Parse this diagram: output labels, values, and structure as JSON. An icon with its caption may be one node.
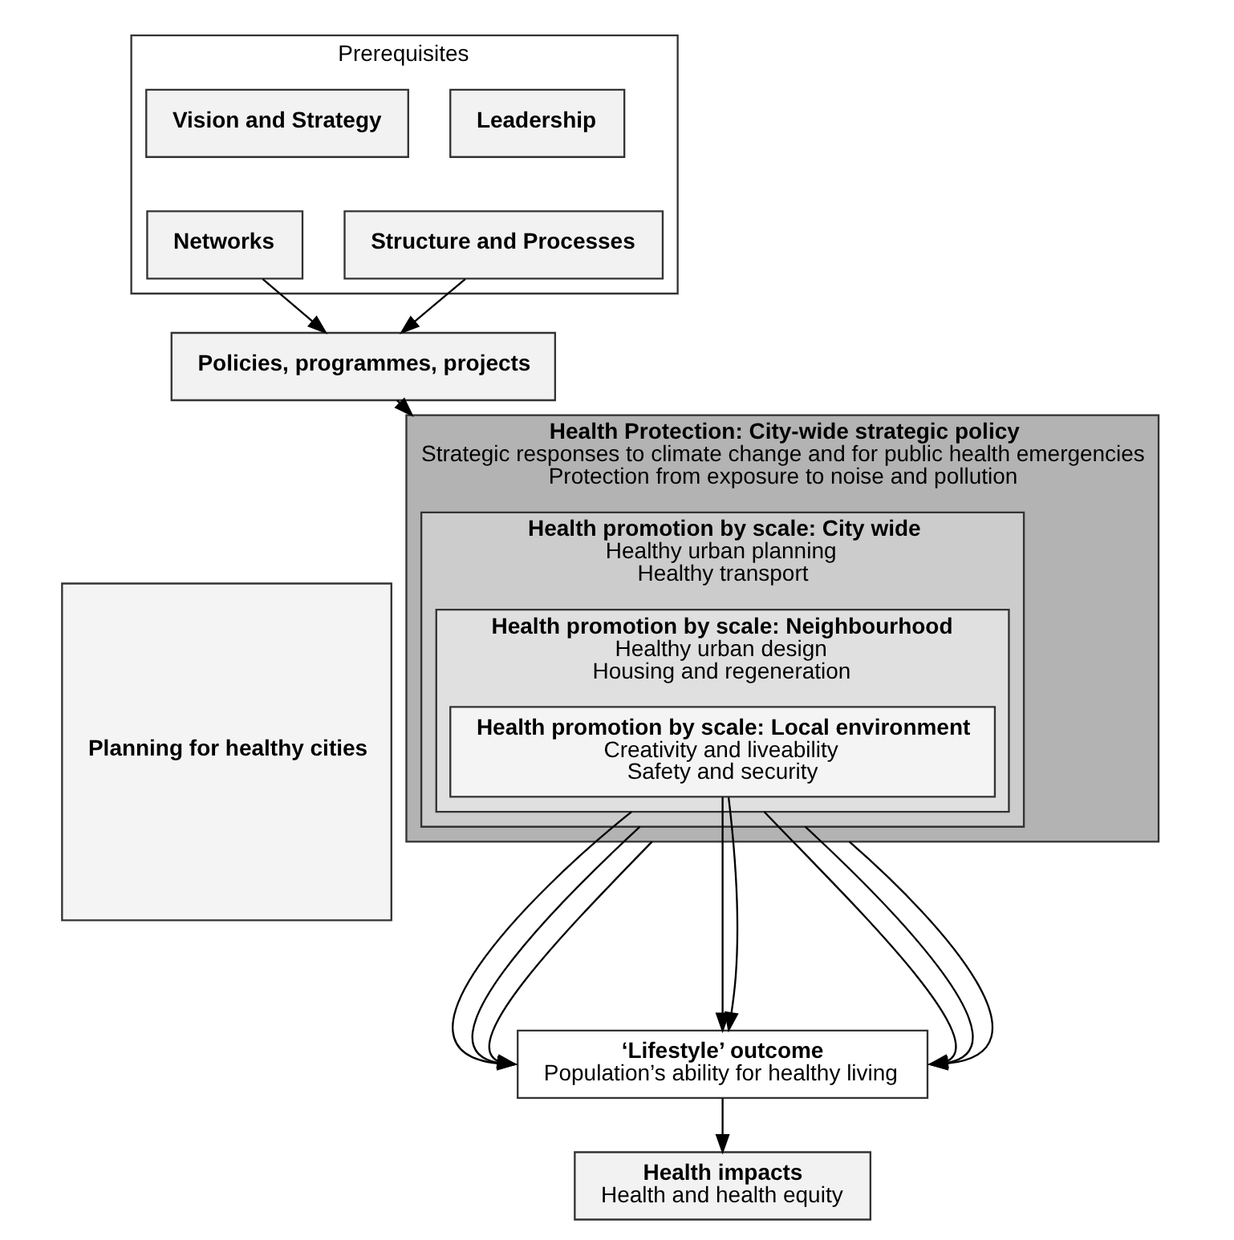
{
  "diagram": {
    "nodes": [
      {
        "text": [
          "Prerequisites"
        ]
      },
      {
        "text": [
          "Leadership"
        ],
        "in": 0
      },
      {
        "text": [
          "Vision and Strategy"
        ],
        "in": 0
      },
      {
        "text": [
          "Structure and Processes"
        ],
        "in": 0
      },
      {
        "text": [
          "Networks"
        ],
        "in": 0
      },
      {
        "text": [
          "Policies, programmes, projects"
        ]
      },
      {
        "text": [
          "Planning for healthy cities"
        ]
      },
      {
        "text": [
          "Health Protection: City-wide strategic policy",
          "Strategic responses to climate change and for public health emergencies",
          "Protection from exposure to noise and pollution"
        ]
      },
      {
        "text": [
          "Health promotion by scale: City wide",
          "Healthy urban planning",
          "Healthy transport"
        ],
        "in": 7
      },
      {
        "text": [
          "Health promotion by scale: Neighbourhood",
          "Healthy urban design",
          "Housing and regeneration"
        ],
        "in": 8
      },
      {
        "text": [
          "Health promotion by scale: Local environment",
          "Creativity and liveability",
          "Safety and security"
        ],
        "in": 9
      },
      {
        "text": [
          "‘Lifestyle’ outcome",
          "Population’s ability for healthy living"
        ]
      },
      {
        "text": [
          "Health impacts",
          "Health and health equity"
        ]
      }
    ],
    "edges": [
      {
        "from": 3,
        "to": 5,
        "arrow": "to"
      },
      {
        "from": 4,
        "to": 5,
        "arrow": "to"
      },
      {
        "from": 5,
        "to": 7,
        "arrow": "to"
      },
      {
        "from": 10,
        "to": 11,
        "arrow": "to"
      },
      {
        "from": 9,
        "to": 11,
        "arrow": "to"
      },
      {
        "from": 8,
        "to": 11,
        "arrow": "to"
      },
      {
        "from": 7,
        "to": 11,
        "arrow": "to"
      },
      {
        "from": 10,
        "to": 11,
        "arrow": "to"
      },
      {
        "from": 9,
        "to": 11,
        "arrow": "to"
      },
      {
        "from": 8,
        "to": 11,
        "arrow": "to"
      },
      {
        "from": 7,
        "to": 11,
        "arrow": "to"
      },
      {
        "from": 11,
        "to": 12,
        "arrow": "to"
      }
    ]
  }
}
